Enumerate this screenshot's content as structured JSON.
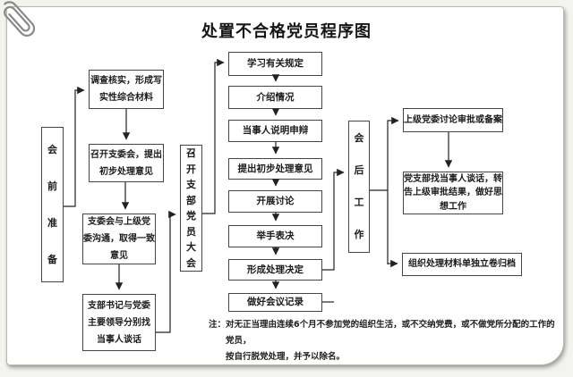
{
  "title": "处置不合格党员程序图",
  "phases": {
    "pre": "会前准备",
    "meeting": "召开支部党员大会",
    "post": "会后工作"
  },
  "pre_steps": [
    "调查核实，形成写\n实性综合材料",
    "召开支委会，提出\n初步处理意见",
    "支委会与上级党\n委沟通，取得一致\n意见",
    "支部书记与党委\n主要领导分别找\n当事人谈话"
  ],
  "meeting_steps": [
    "学习有关规定",
    "介绍情况",
    "当事人说明申辩",
    "提出初步处理意见",
    "开展讨论",
    "举手表决",
    "形成处理决定",
    "做好会议记录"
  ],
  "post_steps": [
    "上级党委讨论审批或备案",
    "党支部找当事人谈话，转\n告上级审批结果，做好思\n想工作",
    "组织处理材料单独立卷归档"
  ],
  "note": "注：对无正当理由连续6个月不参加党的组织生活，或不交纳党费，或不做党所分配的工作的党员，\n按自行脱党处理，并予以除名。",
  "colors": {
    "box_border": "#454545",
    "text": "#1b1b1b",
    "line": "#222222",
    "card_bg": "#ffffff",
    "page_bg": "#f3f4f0"
  }
}
